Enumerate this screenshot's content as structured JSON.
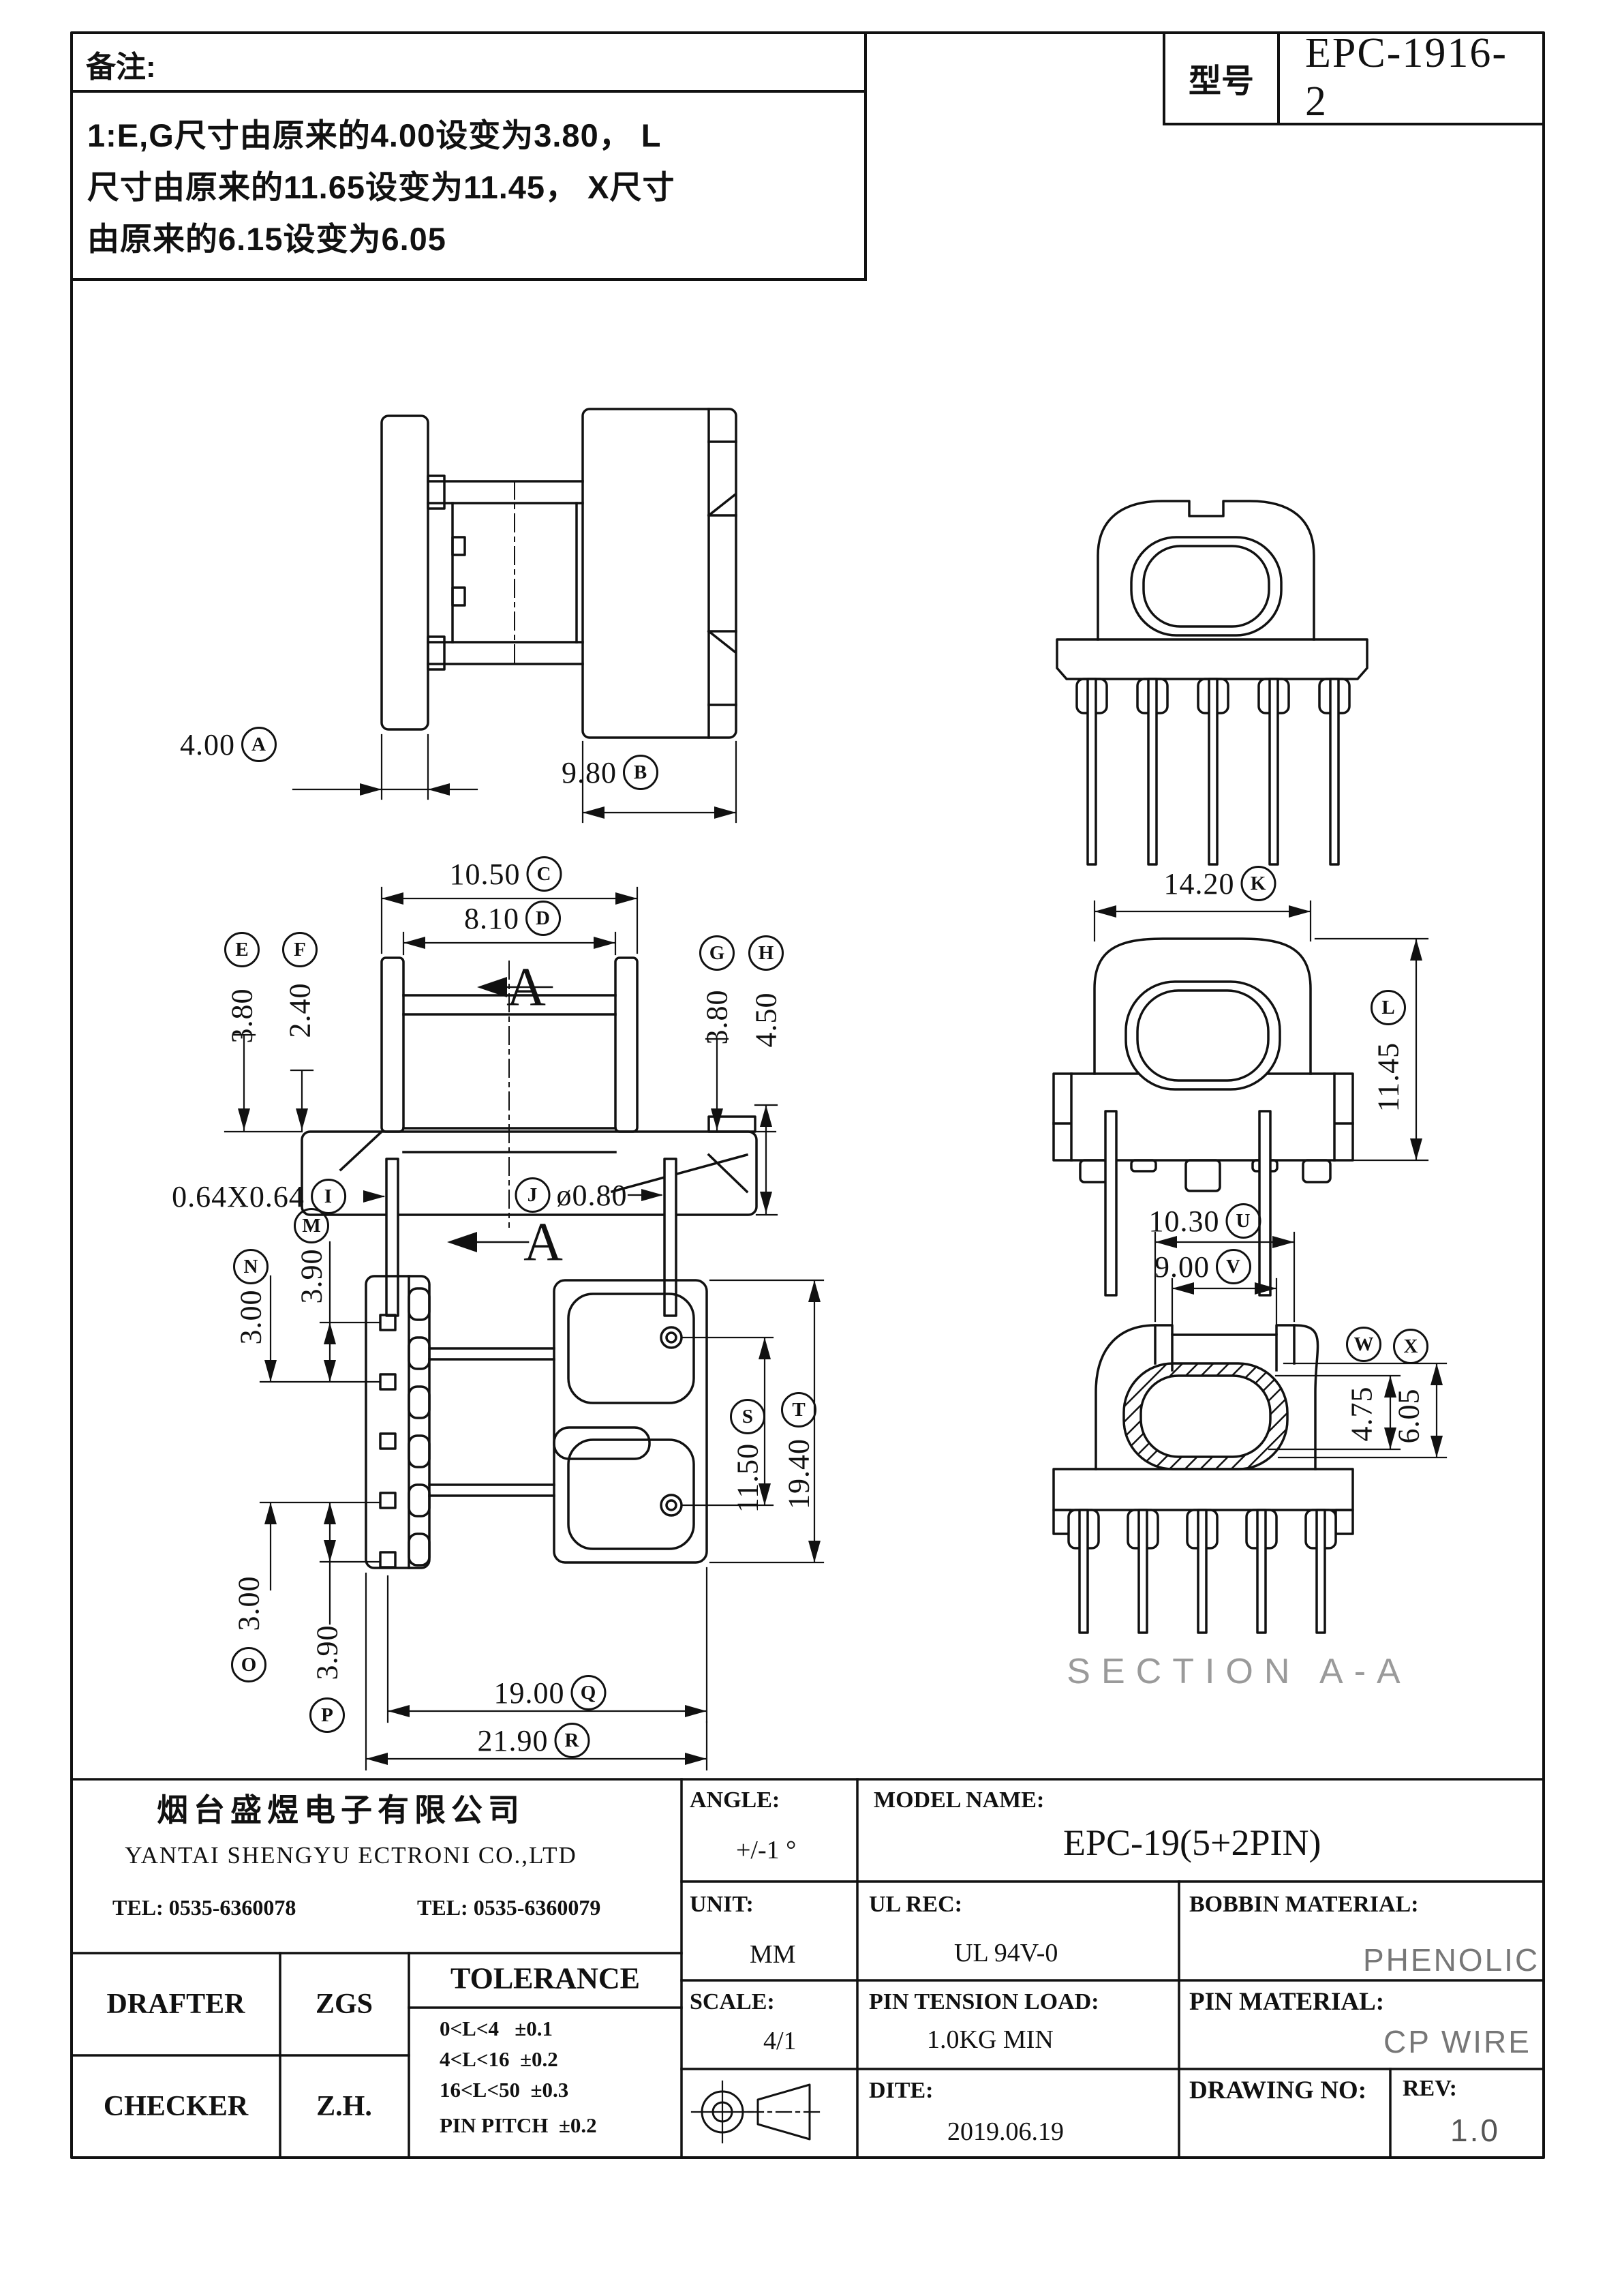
{
  "model_box": {
    "label": "型号",
    "value": "EPC-1916-2"
  },
  "notes": {
    "header": "备注:",
    "line1": "1:E,G尺寸由原来的4.00设变为3.80， L",
    "line2": "尺寸由原来的11.65设变为11.45， X尺寸",
    "line3": "由原来的6.15设变为6.05"
  },
  "section": {
    "marker": "A",
    "title": "SECTION A-A"
  },
  "dims": {
    "A": {
      "v": "4.00",
      "l": "A"
    },
    "B": {
      "v": "9.80",
      "l": "B"
    },
    "C": {
      "v": "10.50",
      "l": "C"
    },
    "D": {
      "v": "8.10",
      "l": "D"
    },
    "E": {
      "v": "3.80",
      "l": "E"
    },
    "F": {
      "v": "2.40",
      "l": "F"
    },
    "G": {
      "v": "3.80",
      "l": "G"
    },
    "H": {
      "v": "4.50",
      "l": "H"
    },
    "I": {
      "v": "0.64X0.64",
      "l": "I"
    },
    "J": {
      "v": "ø0.80",
      "l": "J"
    },
    "K": {
      "v": "14.20",
      "l": "K"
    },
    "L": {
      "v": "11.45",
      "l": "L"
    },
    "M": {
      "v": "3.90",
      "l": "M"
    },
    "N": {
      "v": "3.00",
      "l": "N"
    },
    "O": {
      "v": "3.00",
      "l": "O"
    },
    "P": {
      "v": "3.90",
      "l": "P"
    },
    "Q": {
      "v": "19.00",
      "l": "Q"
    },
    "R": {
      "v": "21.90",
      "l": "R"
    },
    "S": {
      "v": "11.50",
      "l": "S"
    },
    "T": {
      "v": "19.40",
      "l": "T"
    },
    "U": {
      "v": "10.30",
      "l": "U"
    },
    "V": {
      "v": "9.00",
      "l": "V"
    },
    "W": {
      "v": "4.75",
      "l": "W"
    },
    "X": {
      "v": "6.05",
      "l": "X"
    }
  },
  "title_block": {
    "company_cn": "烟台盛煜电子有限公司",
    "company_en": "YANTAI SHENGYU ECTRONI CO.,LTD",
    "tel1": "TEL: 0535-6360078",
    "tel2": "TEL: 0535-6360079",
    "angle_label": "ANGLE:",
    "angle_value": "+/-1 °",
    "model_name_label": "MODEL NAME:",
    "model_name_value": "EPC-19(5+2PIN)",
    "unit_label": "UNIT:",
    "unit_value": "MM",
    "ul_label": "UL REC:",
    "ul_value": "UL 94V-0",
    "bobbin_label": "BOBBIN MATERIAL:",
    "bobbin_value": "PHENOLIC",
    "scale_label": "SCALE:",
    "scale_value": "4/1",
    "pin_load_label": "PIN TENSION LOAD:",
    "pin_load_value": "1.0KG MIN",
    "pin_material_label": "PIN MATERIAL:",
    "pin_material_value": "CP WIRE",
    "dite_label": "DITE:",
    "dite_value": "2019.06.19",
    "drawing_no_label": "DRAWING NO:",
    "rev_label": "REV:",
    "rev_value": "1.0",
    "drafter_label": "DRAFTER",
    "drafter_value": "ZGS",
    "checker_label": "CHECKER",
    "checker_value": "Z.H.",
    "tolerance_title": "TOLERANCE",
    "tolerance_rows": [
      {
        "range": "0<L<4",
        "tol": "±0.1"
      },
      {
        "range": "4<L<16",
        "tol": "±0.2"
      },
      {
        "range": "16<L<50",
        "tol": "±0.3"
      },
      {
        "range": "PIN PITCH",
        "tol": "±0.2"
      }
    ]
  }
}
